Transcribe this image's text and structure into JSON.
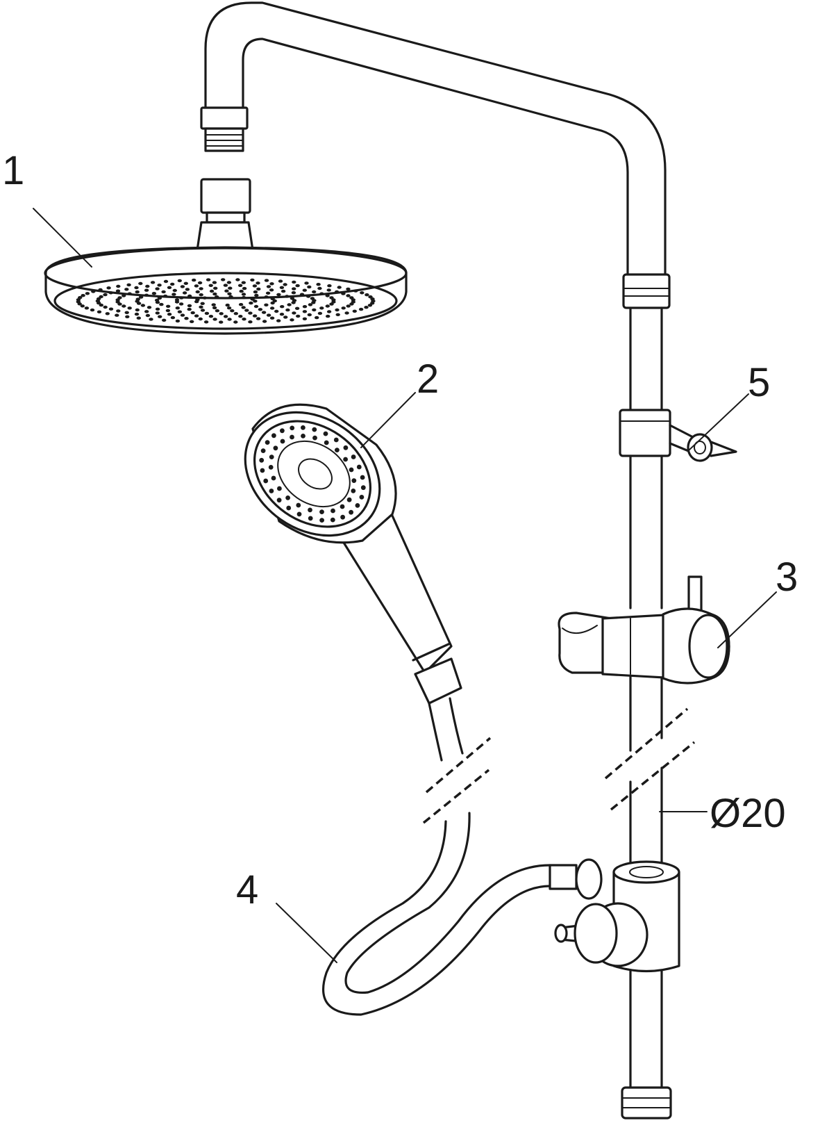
{
  "diagram": {
    "callouts": [
      {
        "id": "1",
        "label": "1"
      },
      {
        "id": "2",
        "label": "2"
      },
      {
        "id": "3",
        "label": "3"
      },
      {
        "id": "4",
        "label": "4"
      },
      {
        "id": "5",
        "label": "5"
      }
    ],
    "dimension": {
      "label": "Ø20"
    },
    "line_color": "#1a1a1a",
    "background": "#ffffff"
  }
}
